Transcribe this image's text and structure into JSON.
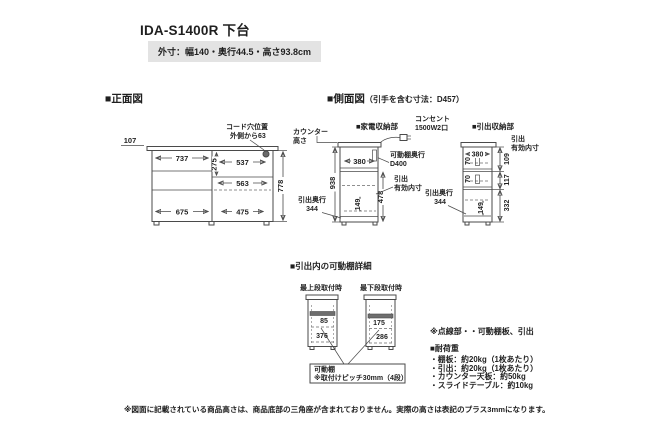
{
  "colors": {
    "line": "#4a4a4a",
    "text": "#1f1f1f",
    "spec_bg": "#e3e3e3",
    "shelf_fill": "#6e6e6e"
  },
  "header": {
    "title": "IDA-S1400R 下台",
    "spec": "外寸：幅140・奥行44.5・高さ93.8cm"
  },
  "front_view": {
    "heading": "■正面図",
    "cord_hole_label_1": "コード穴位置",
    "cord_hole_label_2": "外側から63",
    "dims": {
      "offset_top": "107",
      "top_width": "737",
      "right_top_height": "275",
      "right_top_width": "537",
      "slide_table_width": "563",
      "body_height": "778",
      "bottom_left_width": "675",
      "bottom_right_width": "475"
    }
  },
  "side_view": {
    "heading": "■側面図",
    "heading_note": "（引手を含む寸法：D457）",
    "counter_height_label_1": "カウンター",
    "counter_height_label_2": "高さ",
    "appliance_section_label": "■家電収納部",
    "outlet_label_1": "コンセント",
    "outlet_label_2": "1500W2口",
    "drawer_section_label": "■引出収納部",
    "shelf_depth_label_1": "可動棚奥行",
    "shelf_depth_label_2": "D400",
    "drawer_inner_label_1": "引出",
    "drawer_inner_label_2": "有効内寸",
    "drawer_depth_label": "引出奥行",
    "drawer_depth_value": "344",
    "dims": {
      "total_height": "938",
      "left_width": "380",
      "left_inner_height": "478",
      "left_drawer_box": "149",
      "right_width": "380",
      "drawer1": "70",
      "drawer2": "70",
      "right_drawer_box": "149",
      "inner_top": "109",
      "inner_mid": "117",
      "inner_bottom": "332"
    }
  },
  "detail": {
    "heading": "■引出内の可動棚詳細",
    "top_mount_label": "最上段取付時",
    "bottom_mount_label": "最下段取付時",
    "dims": {
      "top_upper": "85",
      "top_lower": "376",
      "bottom_upper": "175",
      "bottom_lower": "286"
    },
    "callout_line1": "可動棚",
    "callout_line2": "※取付けピッチ30mm（4段）"
  },
  "notes": {
    "dotted_note": "※点線部・・可動棚板、引出",
    "load_heading": "■耐荷重",
    "load_items": [
      "・棚板：約20kg（1枚あたり）",
      "・引出：約20kg（1枚あたり）",
      "・カウンター天板：約50kg",
      "・スライドテーブル：約10kg"
    ],
    "footer": "※図面に記載されている商品高さは、商品底部の三角座が含まれておりません。実際の高さは表記のプラス3mmになります。"
  }
}
